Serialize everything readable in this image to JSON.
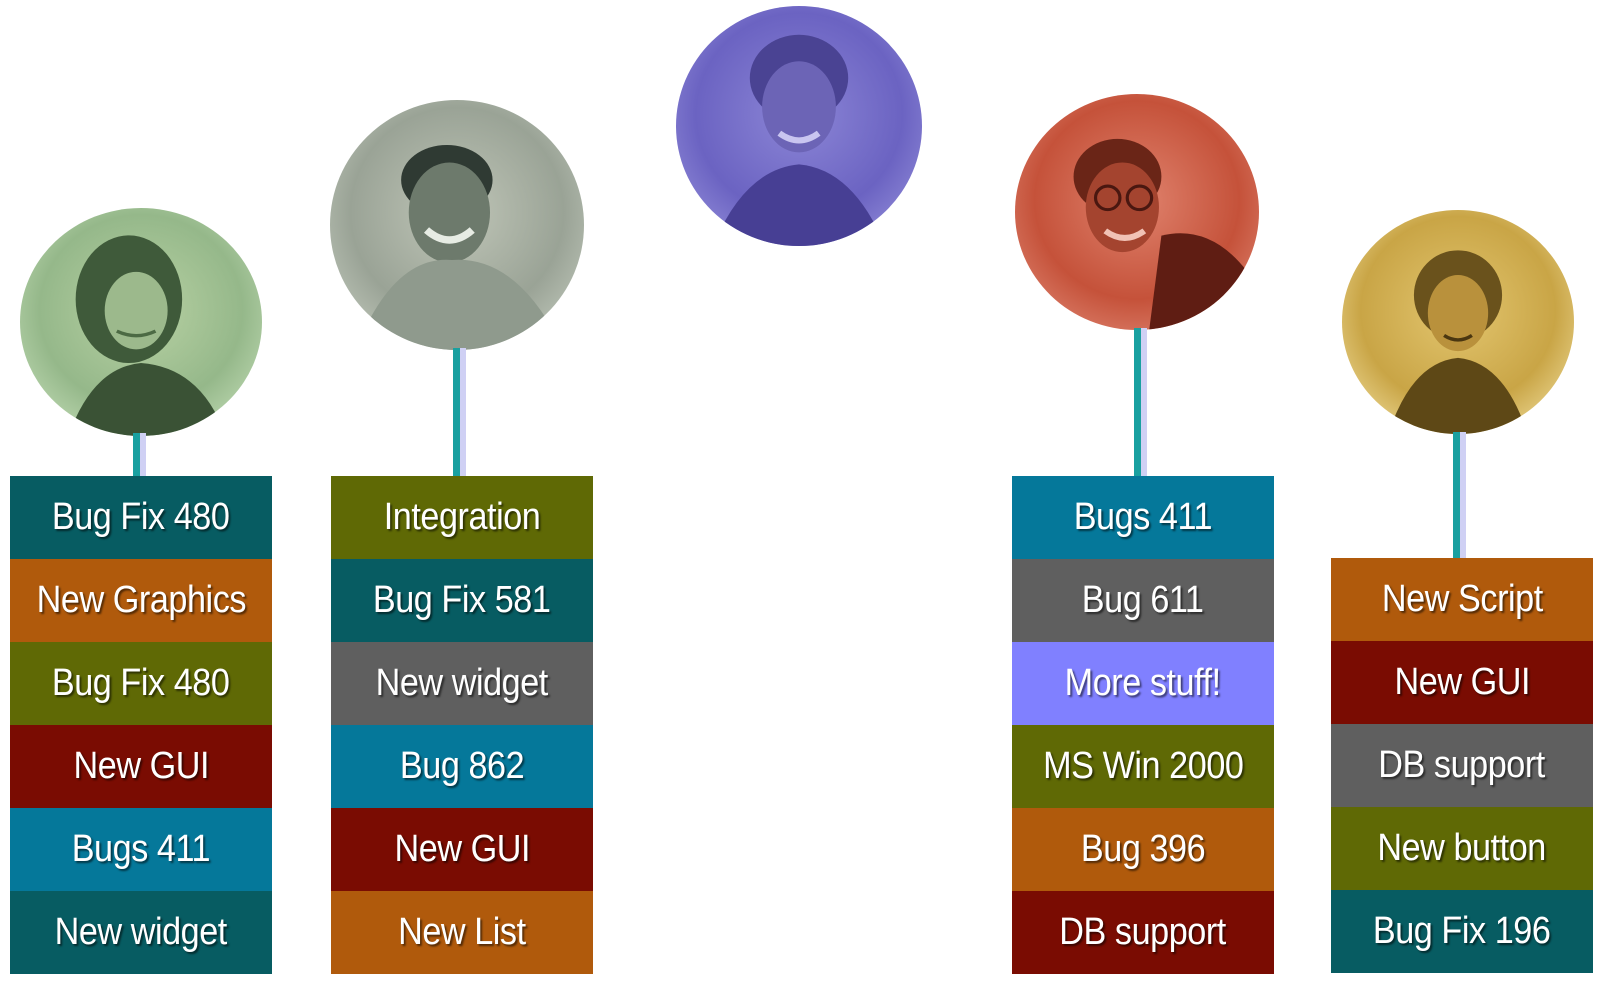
{
  "colors": {
    "teal_dark": "#075c62",
    "orange": "#b05a0c",
    "olive": "#5f6905",
    "maroon": "#7a0c02",
    "blue": "#05789a",
    "gray": "#5f5f5f",
    "periwinkle": "#8080ff",
    "stem": "#19a0a0"
  },
  "people": [
    {
      "avatar": "woman-photo-green",
      "tasks": [
        {
          "label": "Bug Fix 480",
          "color": "#075c62"
        },
        {
          "label": "New Graphics",
          "color": "#b05a0c"
        },
        {
          "label": "Bug Fix 480",
          "color": "#5f6905"
        },
        {
          "label": "New GUI",
          "color": "#7a0c02"
        },
        {
          "label": "Bugs 411",
          "color": "#05789a"
        },
        {
          "label": "New widget",
          "color": "#075c62"
        }
      ]
    },
    {
      "avatar": "man-photo-gray",
      "tasks": [
        {
          "label": "Integration",
          "color": "#5f6905"
        },
        {
          "label": "Bug Fix 581",
          "color": "#075c62"
        },
        {
          "label": "New widget",
          "color": "#5f5f5f"
        },
        {
          "label": "Bug 862",
          "color": "#05789a"
        },
        {
          "label": "New GUI",
          "color": "#7a0c02"
        },
        {
          "label": "New List",
          "color": "#b05a0c"
        }
      ]
    },
    {
      "avatar": "manager-photo-purple",
      "tasks": []
    },
    {
      "avatar": "man-photo-red",
      "tasks": [
        {
          "label": "Bugs 411",
          "color": "#05789a"
        },
        {
          "label": "Bug 611",
          "color": "#5f5f5f"
        },
        {
          "label": "More stuff!",
          "color": "#8080ff"
        },
        {
          "label": "MS Win 2000",
          "color": "#5f6905"
        },
        {
          "label": "Bug 396",
          "color": "#b05a0c"
        },
        {
          "label": "DB support",
          "color": "#7a0c02"
        }
      ]
    },
    {
      "avatar": "woman-photo-yellow",
      "tasks": [
        {
          "label": "New Script",
          "color": "#b05a0c"
        },
        {
          "label": "New GUI",
          "color": "#7a0c02"
        },
        {
          "label": "DB support",
          "color": "#5f5f5f"
        },
        {
          "label": "New button",
          "color": "#5f6905"
        },
        {
          "label": "Bug Fix 196",
          "color": "#075c62"
        }
      ]
    }
  ]
}
